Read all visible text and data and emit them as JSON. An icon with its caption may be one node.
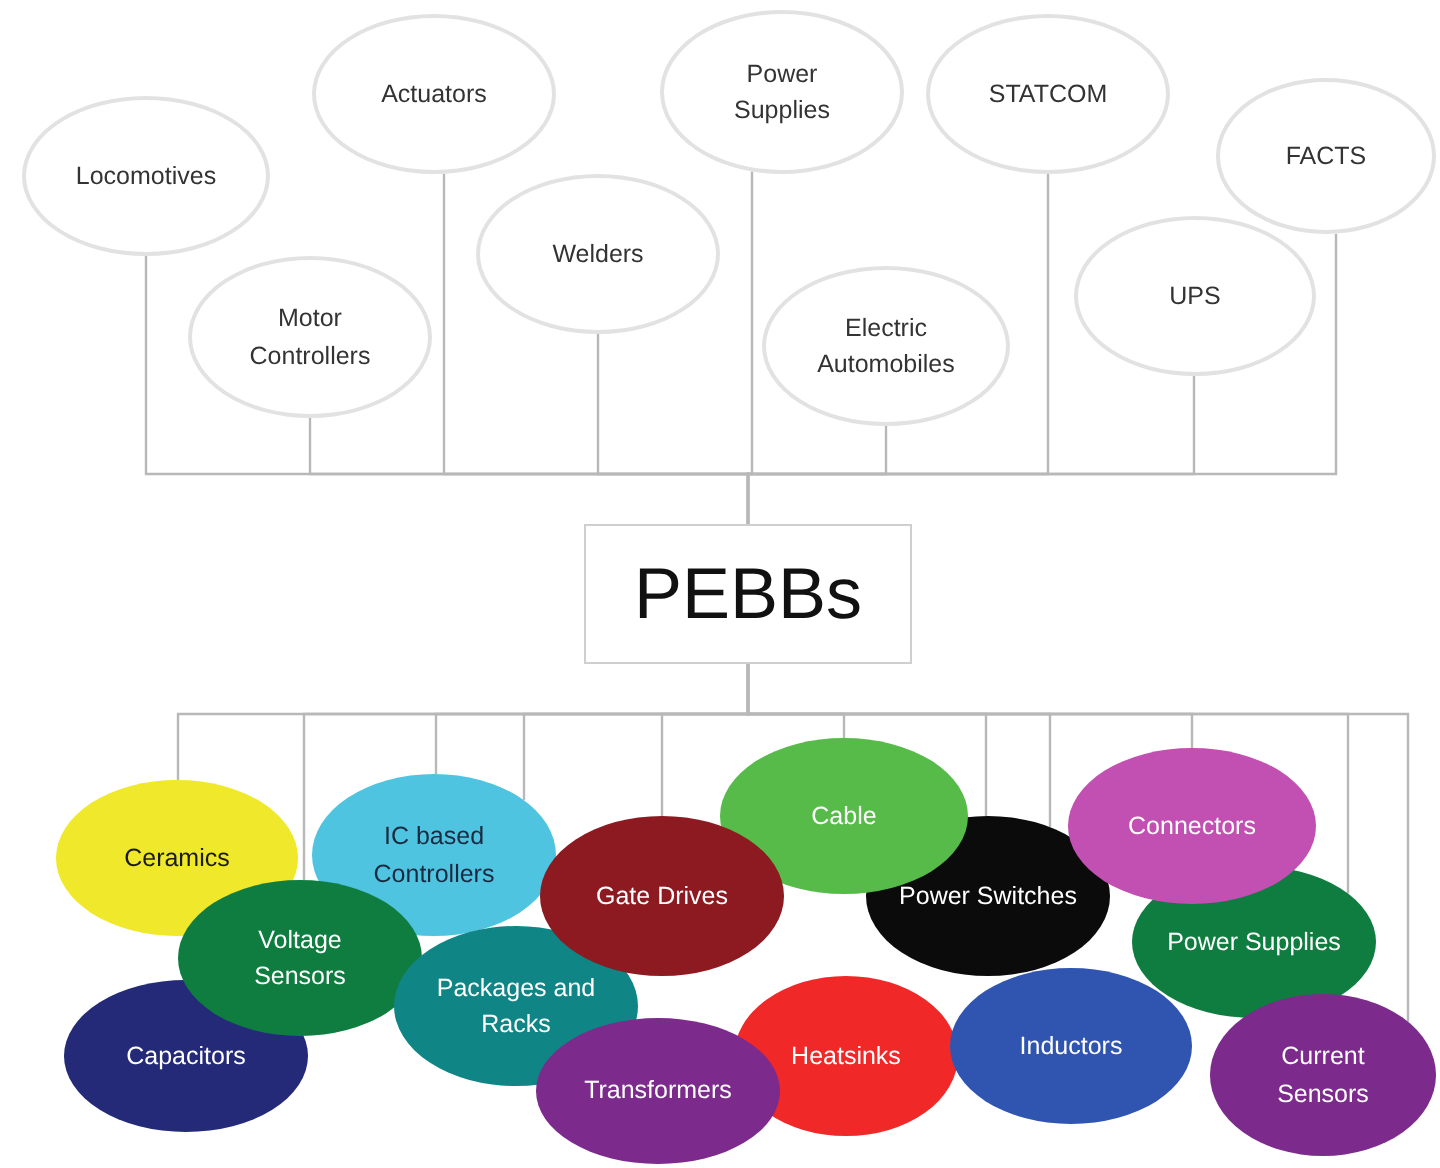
{
  "diagram": {
    "nodes": [
      {
        "text": [
          "Locomotives"
        ]
      },
      {
        "text": [
          "Actuators"
        ]
      },
      {
        "text": [
          "Motor Controllers"
        ]
      },
      {
        "text": [
          "Welders"
        ]
      },
      {
        "text": [
          "Power Supplies"
        ]
      },
      {
        "text": [
          "Electric Automobiles"
        ]
      },
      {
        "text": [
          "STATCOM"
        ]
      },
      {
        "text": [
          "UPS"
        ]
      },
      {
        "text": [
          "FACTS"
        ]
      },
      {
        "text": [
          "PEBBs"
        ]
      },
      {
        "text": [
          "Ceramics"
        ]
      },
      {
        "text": [
          "IC based Controllers"
        ]
      },
      {
        "text": [
          "Voltage Sensors"
        ]
      },
      {
        "text": [
          "Capacitors"
        ]
      },
      {
        "text": [
          "Packages and Racks"
        ]
      },
      {
        "text": [
          "Gate Drives"
        ]
      },
      {
        "text": [
          "Transformers"
        ]
      },
      {
        "text": [
          "Cable"
        ]
      },
      {
        "text": [
          "Heatsinks"
        ]
      },
      {
        "text": [
          "Power Switches"
        ]
      },
      {
        "text": [
          "Inductors"
        ]
      },
      {
        "text": [
          "Connectors"
        ]
      },
      {
        "text": [
          "Power Supplies"
        ]
      },
      {
        "text": [
          "Current Sensors"
        ]
      }
    ],
    "edges": [
      {
        "from": 0,
        "to": 9,
        "arrow": "none"
      },
      {
        "from": 1,
        "to": 9,
        "arrow": "none"
      },
      {
        "from": 2,
        "to": 9,
        "arrow": "none"
      },
      {
        "from": 3,
        "to": 9,
        "arrow": "none"
      },
      {
        "from": 4,
        "to": 9,
        "arrow": "none"
      },
      {
        "from": 5,
        "to": 9,
        "arrow": "none"
      },
      {
        "from": 6,
        "to": 9,
        "arrow": "none"
      },
      {
        "from": 7,
        "to": 9,
        "arrow": "none"
      },
      {
        "from": 8,
        "to": 9,
        "arrow": "none"
      },
      {
        "from": 9,
        "to": 10,
        "arrow": "none"
      },
      {
        "from": 9,
        "to": 12,
        "arrow": "none"
      },
      {
        "from": 9,
        "to": 11,
        "arrow": "none"
      },
      {
        "from": 9,
        "to": 11,
        "arrow": "none"
      },
      {
        "from": 9,
        "to": 15,
        "arrow": "none"
      },
      {
        "from": 9,
        "to": 17,
        "arrow": "none"
      },
      {
        "from": 9,
        "to": 19,
        "arrow": "none"
      },
      {
        "from": 9,
        "to": 19,
        "arrow": "none"
      },
      {
        "from": 9,
        "to": 21,
        "arrow": "none"
      },
      {
        "from": 9,
        "to": 22,
        "arrow": "none"
      },
      {
        "from": 9,
        "to": 23,
        "arrow": "none"
      }
    ]
  }
}
